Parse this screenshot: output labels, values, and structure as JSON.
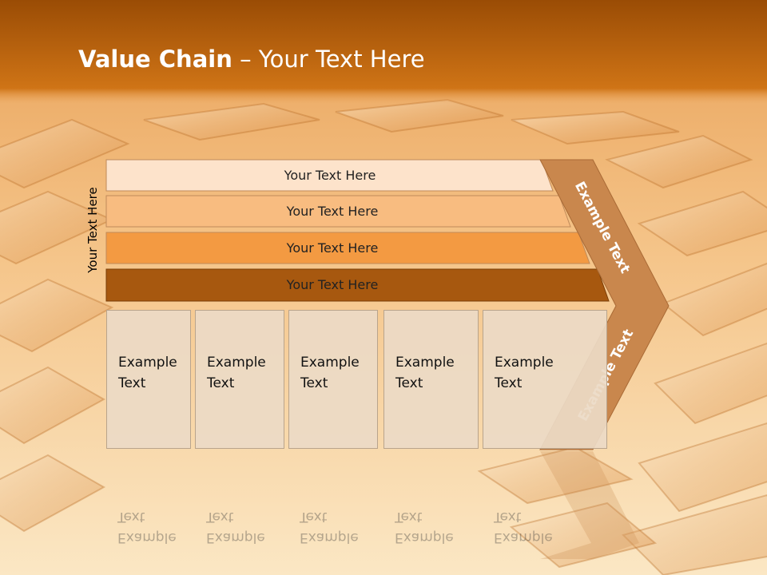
{
  "title": {
    "bold": "Value Chain",
    "rest": " – Your Text Here"
  },
  "vertical_label": "Your Text Here",
  "rows": [
    {
      "label": "Your Text Here",
      "color": "#fde3cb"
    },
    {
      "label": "Your Text Here",
      "color": "#f8bc80"
    },
    {
      "label": "Your Text Here",
      "color": "#f39a42"
    },
    {
      "label": "Your Text Here",
      "color": "#a7580f"
    }
  ],
  "boxes": [
    {
      "line1": "Example",
      "line2": "Text"
    },
    {
      "line1": "Example",
      "line2": "Text"
    },
    {
      "line1": "Example",
      "line2": "Text"
    },
    {
      "line1": "Example",
      "line2": "Text"
    },
    {
      "line1": "Example",
      "line2": "Text"
    }
  ],
  "chevron": {
    "upper": "Example Text",
    "lower": "Example Text",
    "color": "#c9874d"
  },
  "colors": {
    "title_bar": "#c86a10",
    "accent": "#f39a42"
  }
}
